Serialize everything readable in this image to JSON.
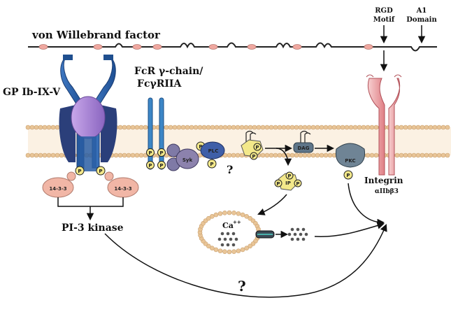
{
  "labels": {
    "vwf": "von Willebrand factor",
    "rgd_line1": "RGD",
    "rgd_line2": "Motif",
    "a1_line1": "A1",
    "a1_line2": "Domain",
    "gpib": "GP Ib-IX-V",
    "fcr_line1": "FcR γ-chain/",
    "fcr_line2": "FcγRIIA",
    "syk": "Syk",
    "plc": "PLC",
    "dag": "DAG",
    "pkc": "PKC",
    "ip": "IP",
    "ca": "Ca",
    "ca_sup": "++",
    "integrin": "Integrin",
    "integrin_sub": "αIIbβ3",
    "pi3k": "PI-3 kinase",
    "adaptor_left": "14-3-3",
    "adaptor_right": "14-3-3",
    "question_mid": "?",
    "question_bottom": "?",
    "phospho": "P"
  },
  "colors": {
    "gpib_blue": "#2f6db3",
    "gpib_dark": "#2b3f7a",
    "gpib_purple": "#b28fd6",
    "membrane": "#e8c59a",
    "integrin_pink": "#f2a8a8",
    "phospho_yellow": "#f3e88a",
    "adaptor_pink": "#f1b6a6",
    "syk_purple": "#8c82ad",
    "plc_blue": "#3f5fa8",
    "pkc_gray": "#6f8495",
    "dag_gray": "#5f7689",
    "calcium_dots": "#555555"
  }
}
